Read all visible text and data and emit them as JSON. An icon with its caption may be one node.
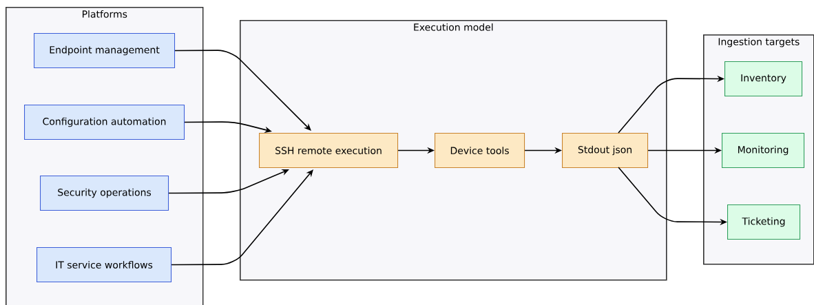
{
  "diagram": {
    "nodes": [
      {
        "text": [
          "Platforms"
        ]
      },
      {
        "text": [
          "Endpoint management"
        ],
        "in": 0
      },
      {
        "text": [
          "Configuration automation"
        ],
        "in": 0
      },
      {
        "text": [
          "Security operations"
        ],
        "in": 0
      },
      {
        "text": [
          "IT service workflows"
        ],
        "in": 0
      },
      {
        "text": [
          "Execution model"
        ]
      },
      {
        "text": [
          "SSH remote execution"
        ],
        "in": 5
      },
      {
        "text": [
          "Device tools"
        ],
        "in": 5
      },
      {
        "text": [
          "Stdout json"
        ],
        "in": 5
      },
      {
        "text": [
          "Ingestion targets"
        ]
      },
      {
        "text": [
          "Inventory"
        ],
        "in": 9
      },
      {
        "text": [
          "Monitoring"
        ],
        "in": 9
      },
      {
        "text": [
          "Ticketing"
        ],
        "in": 9
      }
    ],
    "edges": [
      {
        "from": 1,
        "to": 6,
        "arrow": "to"
      },
      {
        "from": 2,
        "to": 6,
        "arrow": "to"
      },
      {
        "from": 3,
        "to": 6,
        "arrow": "to"
      },
      {
        "from": 4,
        "to": 6,
        "arrow": "to"
      },
      {
        "from": 6,
        "to": 7,
        "arrow": "to"
      },
      {
        "from": 7,
        "to": 8,
        "arrow": "to"
      },
      {
        "from": 8,
        "to": 10,
        "arrow": "to"
      },
      {
        "from": 8,
        "to": 11,
        "arrow": "to"
      },
      {
        "from": 8,
        "to": 12,
        "arrow": "to"
      }
    ]
  }
}
